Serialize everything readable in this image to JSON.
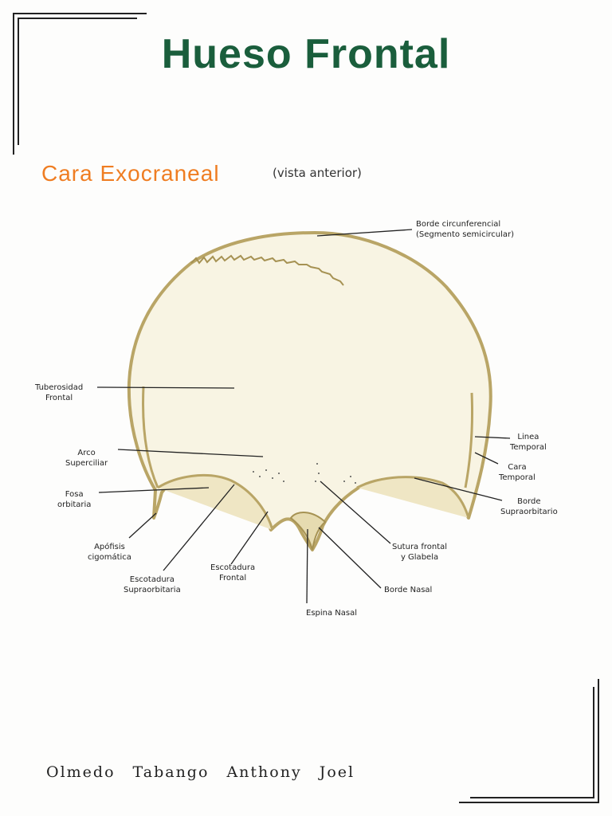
{
  "title": "Hueso Frontal",
  "subtitle": "Cara Exocraneal",
  "subtitle_note": "(vista anterior)",
  "author": "Olmedo Tabango Anthony Joel",
  "colors": {
    "title": "#1a5e3c",
    "subtitle": "#ef7d22",
    "bone_outline": "#b9a566",
    "bone_fill": "#f6f1dc"
  },
  "labels": {
    "borde_circ": [
      "Borde circunferencial",
      "(Segmento semicircular)"
    ],
    "tuberosidad": [
      "Tuberosidad",
      "Frontal"
    ],
    "arco": [
      "Arco",
      "Superciliar"
    ],
    "fosa": [
      "Fosa",
      "orbitaria"
    ],
    "apofisis": [
      "Apófisis",
      "cigomática"
    ],
    "escot_supra": [
      "Escotadura",
      "Supraorbitaria"
    ],
    "escot_frontal": [
      "Escotadura",
      "Frontal"
    ],
    "espina": [
      "Espina Nasal"
    ],
    "borde_nasal": [
      "Borde Nasal"
    ],
    "sutura": [
      "Sutura frontal",
      "y Glabela"
    ],
    "borde_supra": [
      "Borde",
      "Supraorbitario"
    ],
    "cara_temporal": [
      "Cara",
      "Temporal"
    ],
    "linea_temporal": [
      "Linea",
      "Temporal"
    ]
  }
}
